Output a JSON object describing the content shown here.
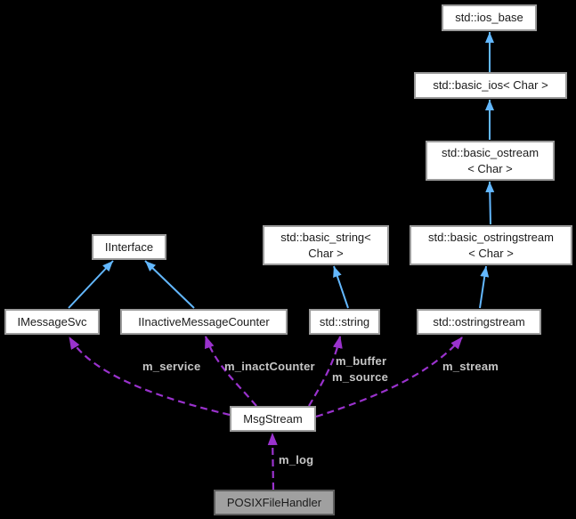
{
  "diagram": {
    "kind": "class-collaboration-graph",
    "colors": {
      "background": "#000000",
      "inheritance_arrow": "#63b8ff",
      "usage_arrow": "#9a32cd",
      "node_fill": "#ffffff",
      "node_border": "#9b9b9b",
      "node_text": "#1b1b1b",
      "current_node_fill": "#a0a0a0",
      "current_node_border": "#5d5d5d",
      "edge_label_text": "#c6c6c6"
    },
    "nodes": [
      {
        "id": "std-ios-base",
        "label": "std::ios_base"
      },
      {
        "id": "std-basic-ios",
        "label": "std::basic_ios< Char >"
      },
      {
        "id": "std-basic-ostream",
        "label": "std::basic_ostream\n< Char >"
      },
      {
        "id": "std-basic-ostringstream",
        "label": "std::basic_ostringstream\n< Char >"
      },
      {
        "id": "std-ostringstream",
        "label": "std::ostringstream"
      },
      {
        "id": "iinterface",
        "label": "IInterface"
      },
      {
        "id": "imessagesvc",
        "label": "IMessageSvc"
      },
      {
        "id": "iinactivemessagecounter",
        "label": "IInactiveMessageCounter"
      },
      {
        "id": "std-basic-string",
        "label": "std::basic_string<\nChar >"
      },
      {
        "id": "std-string",
        "label": "std::string"
      },
      {
        "id": "msgstream",
        "label": "MsgStream"
      },
      {
        "id": "posixfilehandler",
        "label": "POSIXFileHandler",
        "highlighted": true
      }
    ],
    "edge_labels": [
      {
        "text": "m_service"
      },
      {
        "text": "m_inactCounter"
      },
      {
        "text": "m_buffer"
      },
      {
        "text": "m_source"
      },
      {
        "text": "m_stream"
      },
      {
        "text": "m_log"
      }
    ],
    "relations": {
      "inheritance": [
        {
          "from": "std::basic_ios< Char >",
          "to": "std::ios_base"
        },
        {
          "from": "std::basic_ostream< Char >",
          "to": "std::basic_ios< Char >"
        },
        {
          "from": "std::basic_ostringstream< Char >",
          "to": "std::basic_ostream< Char >"
        },
        {
          "from": "std::ostringstream",
          "to": "std::basic_ostringstream< Char >"
        },
        {
          "from": "IMessageSvc",
          "to": "IInterface"
        },
        {
          "from": "IInactiveMessageCounter",
          "to": "IInterface"
        },
        {
          "from": "std::string",
          "to": "std::basic_string< Char >"
        }
      ],
      "usage": [
        {
          "from": "MsgStream",
          "to": "IMessageSvc",
          "labels": [
            "m_service"
          ]
        },
        {
          "from": "MsgStream",
          "to": "IInactiveMessageCounter",
          "labels": [
            "m_inactCounter"
          ]
        },
        {
          "from": "MsgStream",
          "to": "std::string",
          "labels": [
            "m_buffer",
            "m_source"
          ]
        },
        {
          "from": "MsgStream",
          "to": "std::ostringstream",
          "labels": [
            "m_stream"
          ]
        },
        {
          "from": "POSIXFileHandler",
          "to": "MsgStream",
          "labels": [
            "m_log"
          ]
        }
      ]
    }
  }
}
